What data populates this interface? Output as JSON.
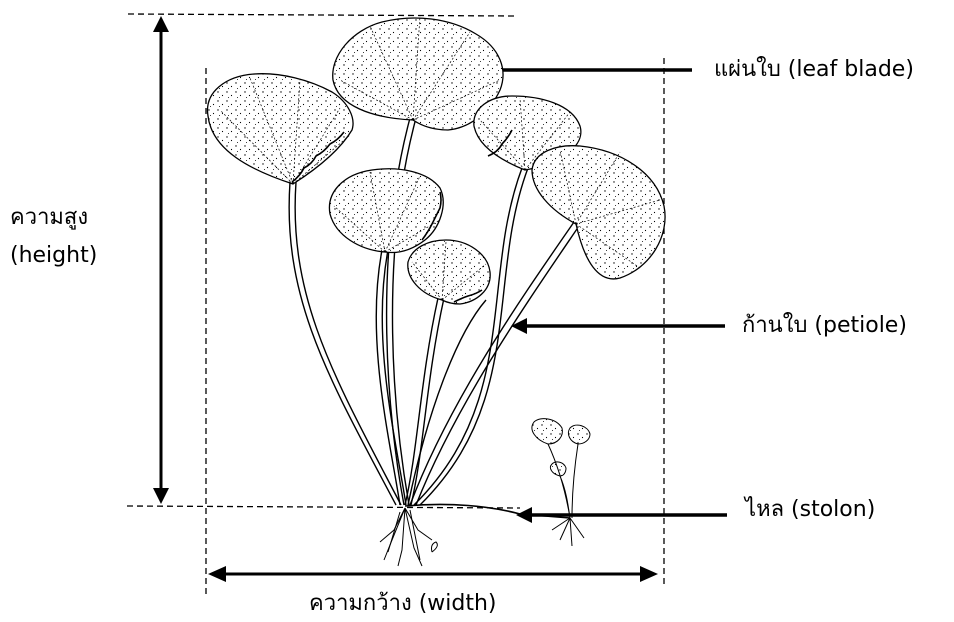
{
  "labels": {
    "leaf_blade": "แผ่นใบ (leaf blade)",
    "petiole": "ก้านใบ (petiole)",
    "stolon": "ไหล (stolon)",
    "height_thai": "ความสูง",
    "height_en": "(height)",
    "width": "ความกว้าง (width)"
  },
  "colors": {
    "ink": "#000000",
    "background": "#ffffff"
  }
}
